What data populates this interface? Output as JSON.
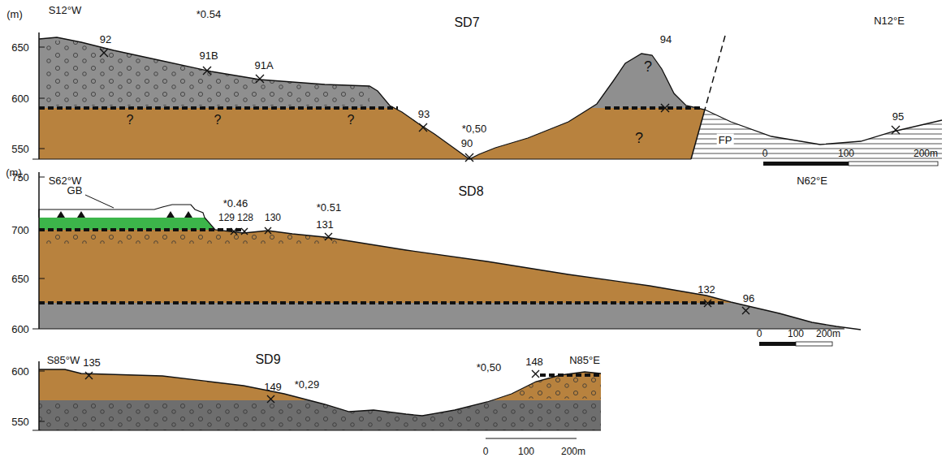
{
  "diagram": {
    "labels": [
      "(m)",
      "S12°W",
      "650",
      "600",
      "550",
      "92",
      "*0.54",
      "91B",
      "91A",
      "SD7",
      "94",
      "N12°E",
      "?",
      "?",
      "?",
      "?",
      "?",
      "93",
      "*0,50",
      "90",
      "FP",
      "95",
      "0",
      "100",
      "200m",
      "(m)",
      "S62°W",
      "750",
      "700",
      "650",
      "600",
      "GB",
      "*0.46",
      "129",
      "128",
      "130",
      "*0.51",
      "131",
      "SD8",
      "N62°E",
      "132",
      "96",
      "0",
      "100",
      "200m",
      "S85°W",
      "600",
      "550",
      "135",
      "SD9",
      "149",
      "*0,29",
      "*0,50",
      "148",
      "N85°E",
      "0",
      "100",
      "200m"
    ]
  }
}
